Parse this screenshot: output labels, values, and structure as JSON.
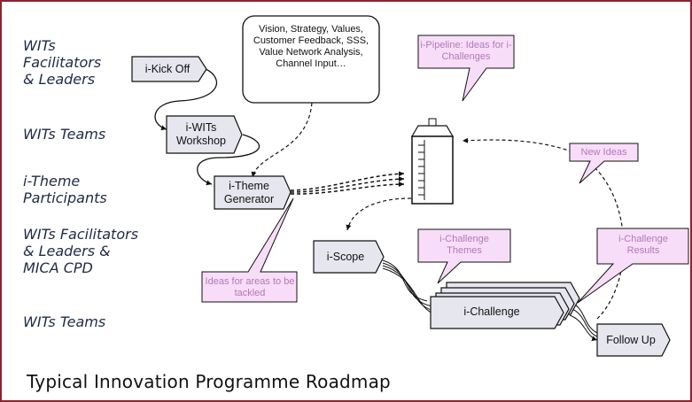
{
  "roles": [
    "WITs Facilitators & Leaders",
    "WITs Teams",
    "i-Theme Participants",
    "WITs Facilitators & Leaders & MICA CPD",
    "WITs Teams"
  ],
  "steps": {
    "kickoff": "i-Kick Off",
    "workshop": "i-WITs Workshop",
    "generator": "i-Theme Generator",
    "scope": "i-Scope",
    "challenge": "i-Challenge",
    "followup": "Follow Up"
  },
  "inputs_bubble": "Vision, Strategy, Values, Customer Feedback, SSS, Value Network Analysis, Channel Input…",
  "callouts": {
    "pipeline": "i-Pipeline: Ideas for i-Challenges",
    "new_ideas": "New Ideas",
    "ideas_areas": "Ideas for areas to be tackled",
    "challenge_themes": "i-Challenge Themes",
    "challenge_results": "i-Challenge Results"
  },
  "title": "Typical Innovation Programme Roadmap",
  "colors": {
    "border": "#8b2331",
    "step_fill": "#e6e6ee",
    "callout_fill": "#f8ddf8",
    "callout_text": "#b07ab8",
    "role_text": "#1f2a44"
  }
}
